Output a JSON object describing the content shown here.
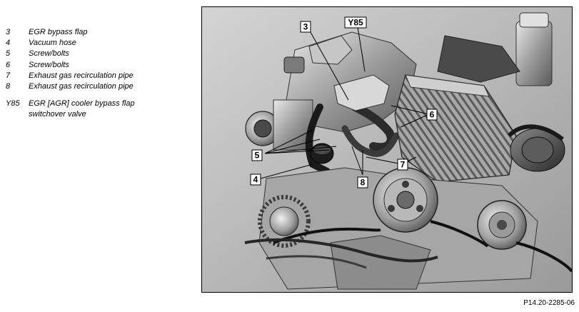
{
  "legend": [
    {
      "num": "3",
      "text": "EGR bypass flap"
    },
    {
      "num": "4",
      "text": "Vacuum hose"
    },
    {
      "num": "5",
      "text": "Screw/bolts"
    },
    {
      "num": "6",
      "text": "Screw/bolts"
    },
    {
      "num": "7",
      "text": "Exhaust gas recirculation pipe"
    },
    {
      "num": "8",
      "text": "Exhaust gas recirculation pipe"
    }
  ],
  "legend_y85": {
    "num": "Y85",
    "text_line1": "EGR [AGR] cooler bypass flap",
    "text_line2": "switchover valve"
  },
  "callouts": {
    "c3": "3",
    "y85": "Y85",
    "c6": "6",
    "c5": "5",
    "c7": "7",
    "c4": "4",
    "c8": "8"
  },
  "reference_code": "P14.20-2285-06"
}
